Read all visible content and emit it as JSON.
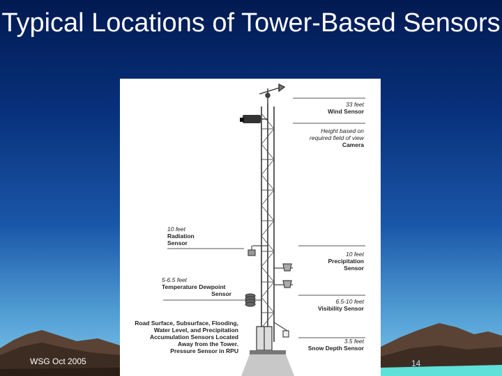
{
  "slide": {
    "title": "Typical Locations of Tower-Based Sensors",
    "footer": "WSG Oct 2005",
    "page_number": "14"
  },
  "diagram": {
    "labels": {
      "wind": {
        "height": "33 feet",
        "name": "Wind Sensor"
      },
      "camera": {
        "height_line1": "Height based on",
        "height_line2": "required field of view",
        "name": "Camera"
      },
      "radiation": {
        "height": "10 feet",
        "name_line1": "Radiation",
        "name_line2": "Sensor"
      },
      "precipitation": {
        "height": "10 feet",
        "name_line1": "Precipitation",
        "name_line2": "Sensor"
      },
      "temperature": {
        "height": "5-6.5 feet",
        "name_line1": "Temperature Dewpoint",
        "name_line2": "Sensor"
      },
      "visibility": {
        "height": "6.5-10 feet",
        "name": "Visibility Sensor"
      },
      "road_surface": {
        "line1": "Road Surface, Subsurface, Flooding,",
        "line2": "Water Level, and Precipitation",
        "line3": "Accumulation Sensors Located",
        "line4": "Away from the Tower.",
        "line5": "Pressure Sensor in RPU"
      },
      "snow_depth": {
        "height": "3.5 feet",
        "name": "Snow Depth Sensor"
      }
    }
  },
  "colors": {
    "title_text": "#ffffff",
    "background_top": "#021a52",
    "background_bottom": "#7ec7ea"
  }
}
